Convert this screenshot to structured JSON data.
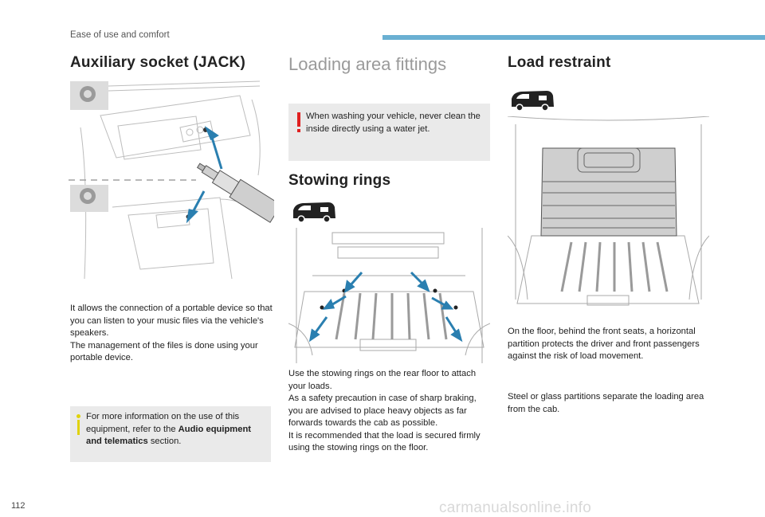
{
  "header": {
    "section": "Ease of use and comfort"
  },
  "col1": {
    "title": "Auxiliary socket (JACK)",
    "paragraphs": [
      "It allows the connection of a portable device so that you can listen to your music files via the vehicle's speakers.",
      "The management of the files is done using your portable device."
    ],
    "info_box": {
      "prefix": "For more information on the use of this equipment, refer to the ",
      "bold": "Audio equipment and telematics",
      "suffix": " section."
    }
  },
  "col2": {
    "title": "Loading area fittings",
    "warning": "When washing your vehicle, never clean the inside directly using a water jet.",
    "subtitle": "Stowing rings",
    "paragraphs": [
      "Use the stowing rings on the rear floor to attach your loads.",
      "As a safety precaution in case of sharp braking, you are advised to place heavy objects as far forwards towards the cab as possible.",
      "It is recommended that the load is secured firmly using the stowing rings on the floor."
    ]
  },
  "col3": {
    "title": "Load restraint",
    "paragraphs": [
      "On the floor, behind the front seats, a horizontal partition protects the driver and front passengers against the risk of load movement.",
      "Steel or glass partitions separate the loading area from the cab."
    ]
  },
  "footer": {
    "page_number": "112",
    "watermark": "carmanualsonline.info"
  },
  "colors": {
    "accent_bar": "#6ab0d2",
    "info_mark": "#e0d20a",
    "warn_mark": "#e02020",
    "arrow": "#2a7fb0",
    "box_bg": "#eaeaea"
  }
}
